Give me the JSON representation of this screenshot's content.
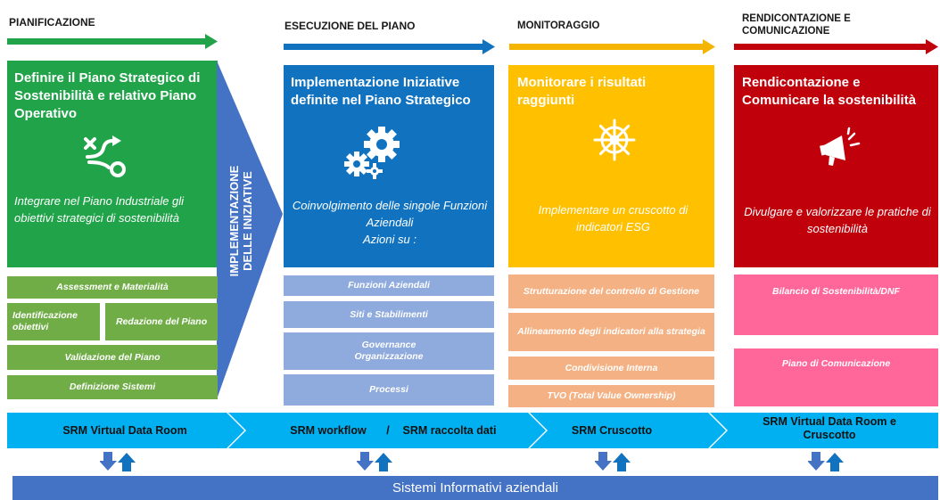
{
  "phases": [
    {
      "title": "PIANIFICAZIONE",
      "color": "#21a34a"
    },
    {
      "title": "ESECUZIONE DEL PIANO",
      "color": "#1173c0"
    },
    {
      "title": "MONITORAGGIO",
      "color": "#f5b400"
    },
    {
      "title": "RENDICONTAZIONE E\nCOMUNICAZIONE",
      "color": "#c0000a"
    }
  ],
  "boxes": [
    {
      "title": "Definire il Piano Strategico di Sostenibilità e relativo Piano Operativo",
      "icon": "route-icon",
      "desc": "Integrare nel Piano Industriale gli obiettivi strategici di sostenibilità",
      "color": "#21a34a"
    },
    {
      "title": "Implementazione Iniziative definite nel Piano Strategico",
      "icon": "gears-icon",
      "desc": "Coinvolgimento delle singole Funzioni Aziendali\nAzioni su :",
      "color": "#1173c0"
    },
    {
      "title": "Monitorare i risultati raggiunti",
      "icon": "ship-wheel-icon",
      "desc": "Implementare un cruscotto di indicatori ESG",
      "color": "#ffc000"
    },
    {
      "title": "Rendicontazione e Comunicare la sostenibilità",
      "icon": "megaphone-icon",
      "desc": "Divulgare e valorizzare le pratiche di sostenibilità",
      "color": "#c0000a"
    }
  ],
  "implementation_label": "IMPLEMENTAZIONE\nDELLE INIZIATIVE",
  "planning_items": {
    "assessment": "Assessment e Materialità",
    "identificazione": "Identificazione obiettivi",
    "redazione": "Redazione del Piano",
    "validazione": "Validazione del Piano",
    "definizione": "Definizione Sistemi"
  },
  "execution_items": [
    "Funzioni Aziendali",
    "Siti e Stabilimenti",
    "Governance\nOrganizzazione",
    "Processi"
  ],
  "monitoring_items": [
    "Strutturazione del controllo di Gestione",
    "Allineamento degli indicatori alla strategia",
    "Condivisione Interna",
    "TVO (Total Value Ownership)"
  ],
  "reporting_items": [
    "Bilancio di Sostenibilità/DNF",
    "Piano di Comunicazione"
  ],
  "srm": {
    "s1": "SRM Virtual Data Room",
    "s2a": "SRM workflow",
    "s2sep": "/",
    "s2b": "SRM raccolta dati",
    "s3": "SRM Cruscotto",
    "s4": "SRM Virtual Data Room e\nCruscotto",
    "color": "#00b0f0"
  },
  "bottom_bar": {
    "label": "Sistemi Informativi aziendali",
    "color": "#4472c4"
  }
}
